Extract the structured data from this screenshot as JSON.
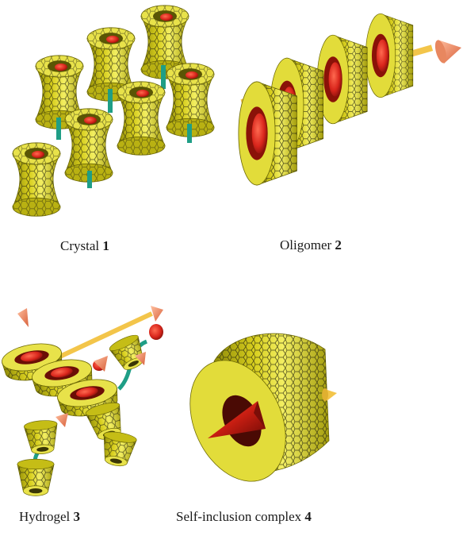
{
  "captions": {
    "crystal": {
      "text": "Crystal ",
      "num": "1"
    },
    "oligomer": {
      "text": "Oligomer ",
      "num": "2"
    },
    "hydrogel": {
      "text": "Hydrogel ",
      "num": "3"
    },
    "complex": {
      "text": "Self-inclusion complex ",
      "num": "4"
    }
  },
  "colors": {
    "torus": "#d8cf1e",
    "torus_light": "#f2ee62",
    "torus_dark": "#8f8a08",
    "guest_red": "#d9261c",
    "cone_orange": "#f0906a",
    "linker": "#1f9e86",
    "rod": "#f3c54a"
  }
}
